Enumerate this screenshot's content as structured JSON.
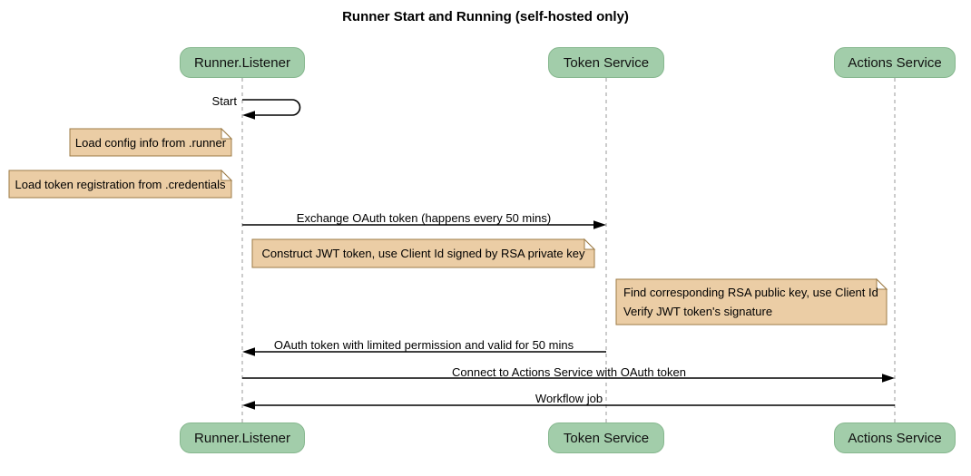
{
  "title": "Runner Start and Running (self-hosted only)",
  "diagram_type": "sequence",
  "colors": {
    "background": "#ffffff",
    "actor_fill": "#a2cdaa",
    "actor_border": "#86b78e",
    "note_fill": "#ebcda5",
    "note_border": "#9c7b46",
    "lifeline": "#999999",
    "message_line": "#000000",
    "text": "#000000"
  },
  "participants": [
    {
      "name": "Runner.Listener"
    },
    {
      "name": "Token Service"
    },
    {
      "name": "Actions Service"
    }
  ],
  "messages": [
    {
      "label": "Start",
      "from": "Runner.Listener",
      "to": "Runner.Listener",
      "type": "self"
    },
    {
      "label": "Exchange OAuth token (happens every 50 mins)",
      "from": "Runner.Listener",
      "to": "Token Service",
      "type": "solid"
    },
    {
      "label": "OAuth token with limited permission and valid for 50 mins",
      "from": "Token Service",
      "to": "Runner.Listener",
      "type": "solid"
    },
    {
      "label": "Connect to Actions Service with OAuth token",
      "from": "Runner.Listener",
      "to": "Actions Service",
      "type": "solid"
    },
    {
      "label": "Workflow job",
      "from": "Actions Service",
      "to": "Runner.Listener",
      "type": "solid"
    }
  ],
  "notes": [
    {
      "text": "Load config info from .runner",
      "position": "left of Runner.Listener"
    },
    {
      "text": "Load token registration from .credentials",
      "position": "left of Runner.Listener"
    },
    {
      "text": "Construct JWT token, use Client Id signed by RSA private key",
      "position": "between Runner.Listener and Token Service"
    },
    {
      "lines": [
        "Find corresponding RSA public key, use Client Id",
        "Verify JWT token's signature"
      ],
      "position": "left of Actions Service"
    }
  ]
}
